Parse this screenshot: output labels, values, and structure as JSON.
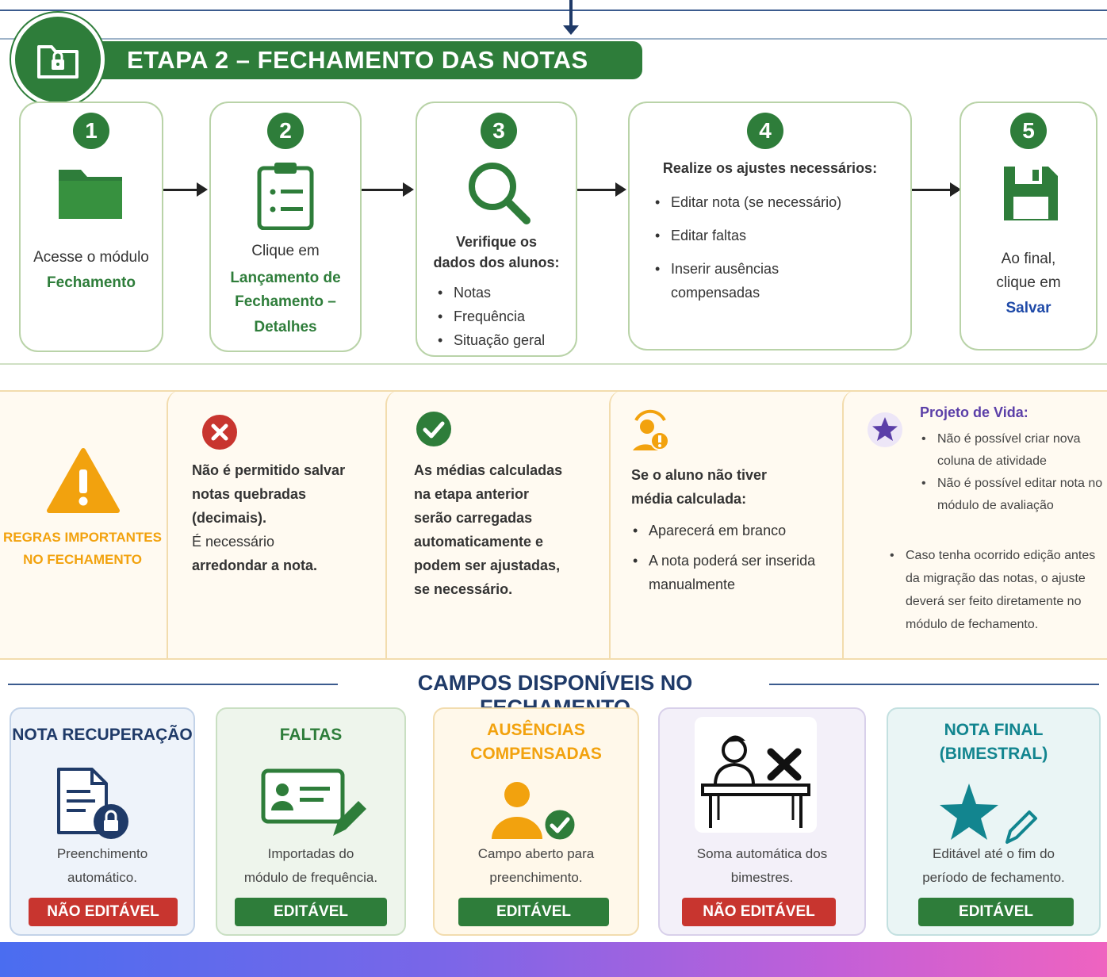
{
  "stage": {
    "title": "ETAPA 2 – FECHAMENTO DAS NOTAS",
    "steps": [
      {
        "num": "1",
        "text": "Acesse o módulo",
        "highlight": "Fechamento"
      },
      {
        "num": "2",
        "text": "Clique em",
        "highlight_lines": [
          "Lançamento de",
          "Fechamento –",
          "Detalhes"
        ]
      },
      {
        "num": "3",
        "heading_lines": [
          "Verifique os",
          "dados dos alunos:"
        ],
        "bullets": [
          "Notas",
          "Frequência",
          "Situação geral"
        ]
      },
      {
        "num": "4",
        "heading": "Realize os ajustes necessários:",
        "bullets": [
          "Editar nota (se necessário)",
          "Editar faltas",
          "Inserir ausências compensadas"
        ]
      },
      {
        "num": "5",
        "lines": [
          "Ao final,",
          "clique em"
        ],
        "highlight": "Salvar"
      }
    ]
  },
  "rules": {
    "label_lines": [
      "REGRAS IMPORTANTES",
      "NO FECHAMENTO"
    ],
    "r1": {
      "bold_lines": [
        "Não é permitido salvar",
        "notas quebradas",
        "(decimais)."
      ],
      "lines": [
        "É necessário"
      ],
      "bold_end": "arredondar a nota."
    },
    "r2": {
      "lines": [
        "As médias calculadas",
        "na etapa anterior",
        "serão carregadas",
        "automaticamente e",
        "podem ser ajustadas,",
        "se necessário."
      ]
    },
    "r3": {
      "heading_lines": [
        "Se o aluno não tiver",
        "média calculada:"
      ],
      "bullets": [
        "Aparecerá em branco",
        "A nota poderá ser inserida manualmente"
      ]
    },
    "r4": {
      "title": "Projeto de Vida:",
      "sub_bullets": [
        "Não é possível criar nova coluna de atividade",
        "Não é possível editar nota no módulo de avaliação"
      ],
      "bullet": "Caso tenha ocorrido edição antes da migração das notas, o ajuste deverá ser feito diretamente no módulo de fechamento."
    }
  },
  "fields": {
    "section_title": "CAMPOS DISPONÍVEIS NO FECHAMENTO",
    "cards": [
      {
        "title": "NOTA RECUPERAÇÃO",
        "desc_lines": [
          "Preenchimento",
          "automático."
        ],
        "badge": "NÃO EDITÁVEL"
      },
      {
        "title": "FALTAS",
        "desc_lines": [
          "Importadas do",
          "módulo de frequência."
        ],
        "badge": "EDITÁVEL"
      },
      {
        "title_lines": [
          "AUSÊNCIAS",
          "COMPENSADAS"
        ],
        "desc_lines": [
          "Campo aberto para",
          "preenchimento."
        ],
        "badge": "EDITÁVEL"
      },
      {
        "title": "",
        "desc_lines": [
          "Soma automática dos",
          "bimestres."
        ],
        "badge": "NÃO EDITÁVEL"
      },
      {
        "title_lines": [
          "NOTA FINAL",
          "(BIMESTRAL)"
        ],
        "desc_lines": [
          "Editável até o fim do",
          "período de fechamento."
        ],
        "badge": "EDITÁVEL"
      }
    ]
  },
  "colors": {
    "green": "#2e7d3a",
    "navy": "#1f3a68",
    "orange": "#f2a20e",
    "red": "#c8352f",
    "purple": "#5b3fa8",
    "teal": "#12858f"
  }
}
